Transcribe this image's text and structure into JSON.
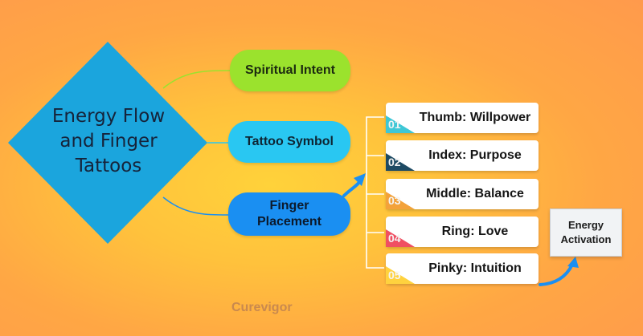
{
  "diagram": {
    "central": "Energy Flow and Finger Tattoos",
    "branches": [
      {
        "label": "Spiritual Intent",
        "color": "#9be22d"
      },
      {
        "label": "Tattoo Symbol",
        "color": "#29c7f2"
      },
      {
        "label": "Finger Placement",
        "color": "#1a8ff2"
      }
    ],
    "fingers": [
      {
        "num": "01",
        "label": "Thumb: Willpower",
        "color": "#3ec7d6"
      },
      {
        "num": "02",
        "label": "Index: Purpose",
        "color": "#1d4a63"
      },
      {
        "num": "03",
        "label": "Middle: Balance",
        "color": "#f3a23a"
      },
      {
        "num": "04",
        "label": "Ring: Love",
        "color": "#f04f62"
      },
      {
        "num": "05",
        "label": "Pinky: Intuition",
        "color": "#ffd23e"
      }
    ],
    "result": "Energy Activation",
    "watermark": "Curevigor"
  }
}
